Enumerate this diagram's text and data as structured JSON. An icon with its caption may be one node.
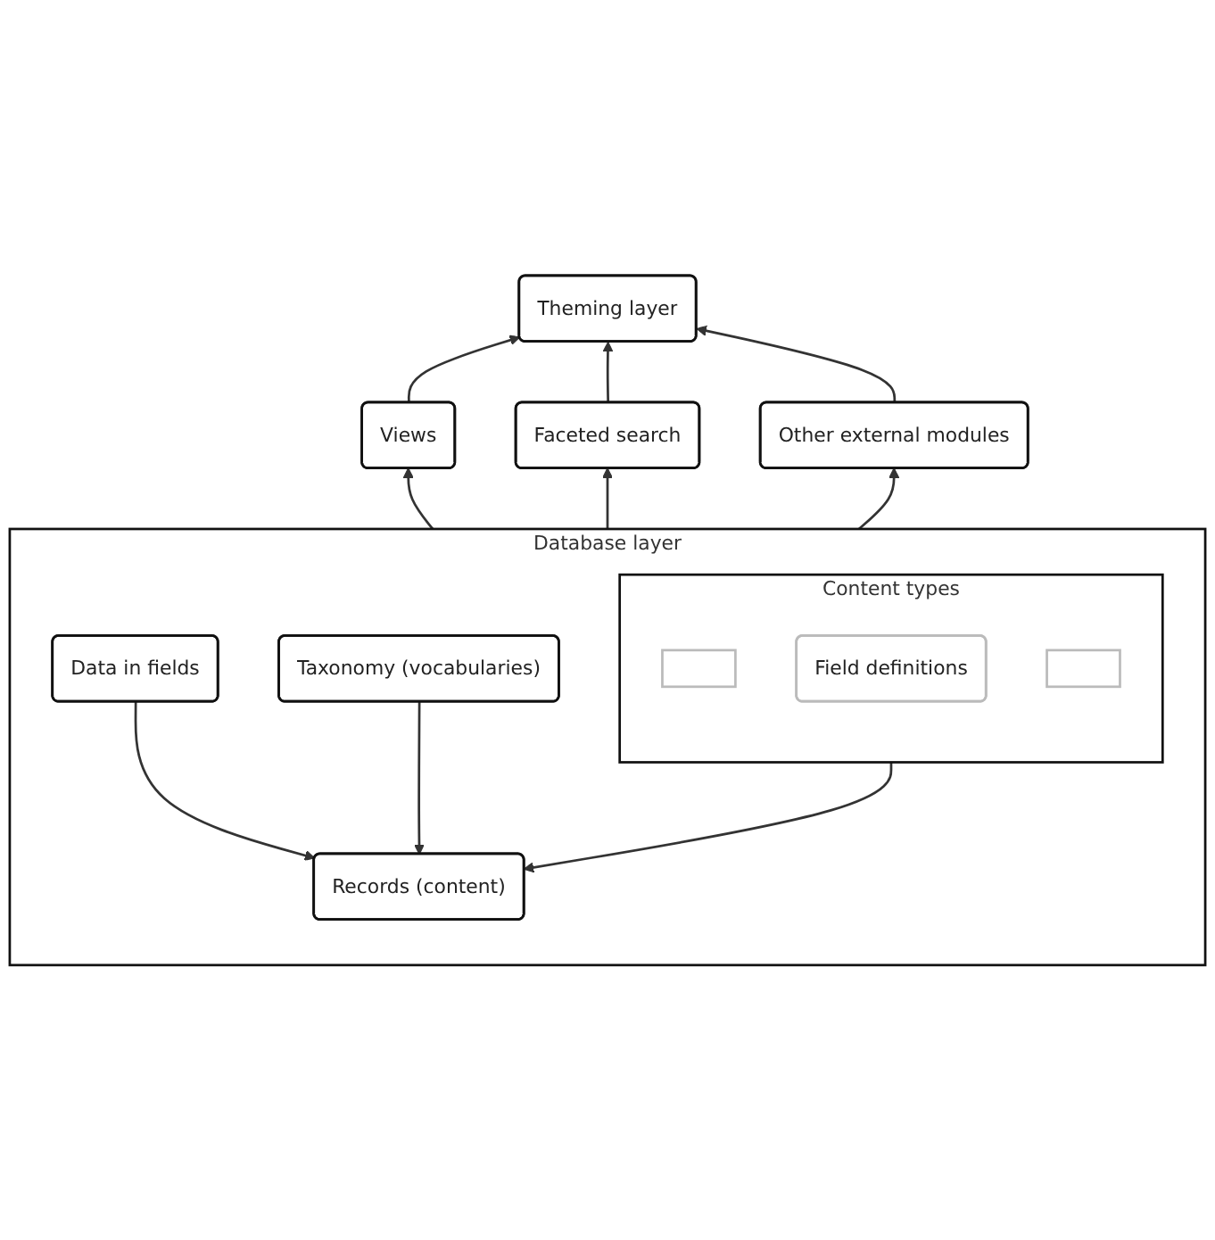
{
  "diagram": {
    "nodes": [
      {
        "text": [
          "Theming layer"
        ]
      },
      {
        "text": [
          "Views"
        ]
      },
      {
        "text": [
          "Faceted search"
        ]
      },
      {
        "text": [
          "Other external modules"
        ]
      },
      {
        "text": [
          "Database layer"
        ]
      },
      {
        "text": [
          "Taxonomy (vocabularies)"
        ],
        "in": 4
      },
      {
        "text": [
          "Content types"
        ],
        "in": 4
      },
      {
        "text": [],
        "shape": "box",
        "in": 6
      },
      {
        "text": [
          "Field definitions"
        ],
        "in": 6
      },
      {
        "text": [],
        "shape": "box",
        "in": 6
      },
      {
        "text": [
          "Data in fields"
        ],
        "in": 4
      },
      {
        "text": [
          "Records (content)"
        ],
        "in": 4
      }
    ],
    "edges": [
      {
        "from": 1,
        "to": 0,
        "arrow": "to"
      },
      {
        "from": 2,
        "to": 0,
        "arrow": "to"
      },
      {
        "from": 3,
        "to": 0,
        "arrow": "to"
      },
      {
        "from": 4,
        "to": 1,
        "arrow": "to"
      },
      {
        "from": 4,
        "to": 2,
        "arrow": "to"
      },
      {
        "from": 4,
        "to": 3,
        "arrow": "to"
      },
      {
        "from": 10,
        "to": 11,
        "arrow": "to"
      },
      {
        "from": 6,
        "to": 11,
        "arrow": "to"
      },
      {
        "from": 5,
        "to": 11,
        "arrow": "to"
      }
    ]
  }
}
